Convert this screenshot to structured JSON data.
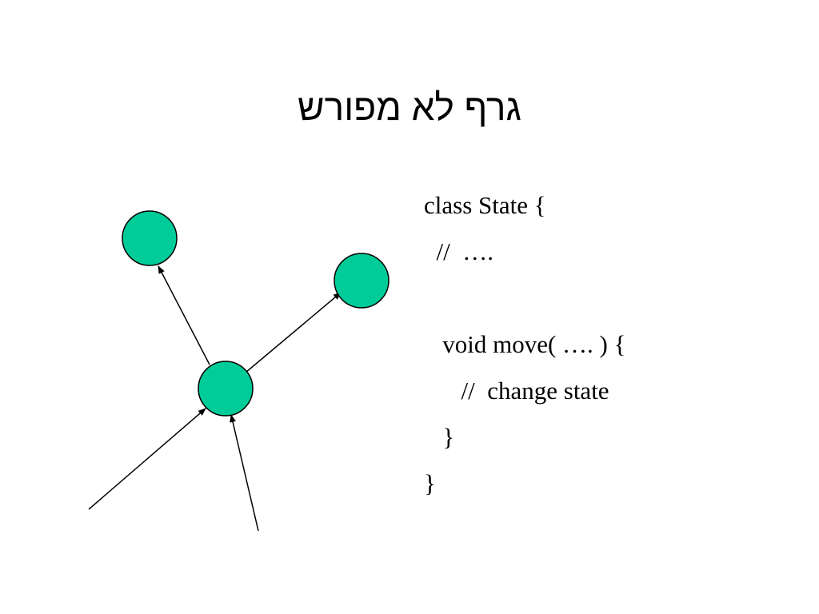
{
  "slide": {
    "title": "גרף לא מפורש"
  },
  "diagram": {
    "node_color": "#00cc99",
    "edge_color": "#000000",
    "nodes": [
      {
        "id": "top-left"
      },
      {
        "id": "top-right"
      },
      {
        "id": "center"
      }
    ],
    "edges": [
      {
        "from": "center",
        "to": "top-left"
      },
      {
        "from": "center",
        "to": "top-right"
      },
      {
        "from": "offscreen-left",
        "to": "center"
      },
      {
        "from": "offscreen-bottom",
        "to": "center"
      }
    ]
  },
  "code": {
    "lines": [
      "class State {",
      "  //  ….",
      "",
      "   void move( …. ) {",
      "      //  change state",
      "   }",
      "}"
    ]
  }
}
